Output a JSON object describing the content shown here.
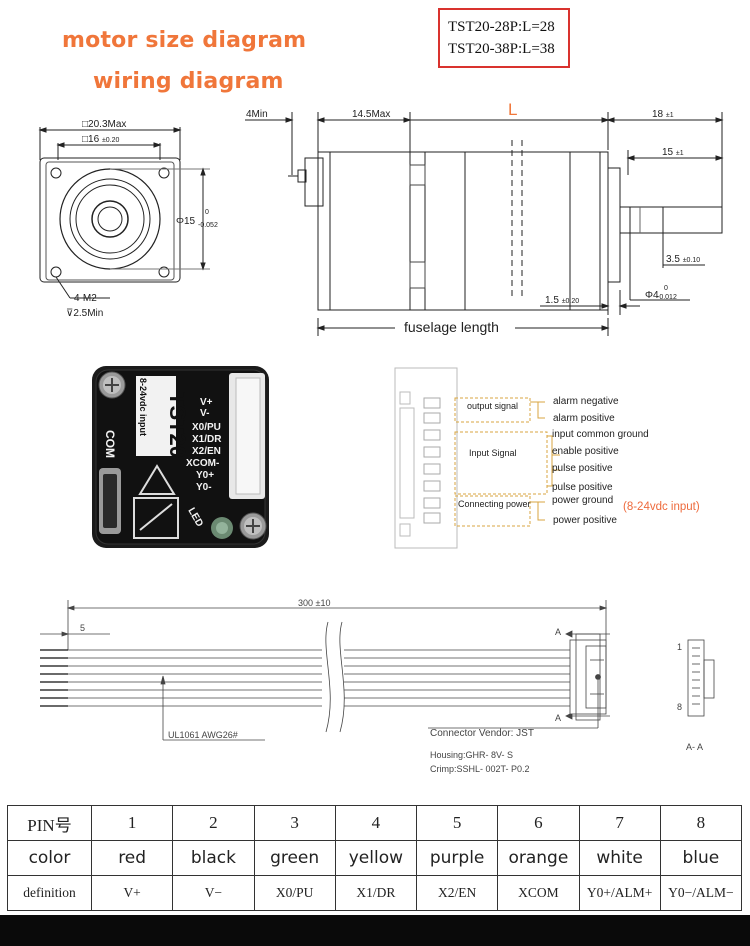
{
  "titles": {
    "motor_size": "motor size diagram",
    "wiring": "wiring diagram"
  },
  "models": {
    "line1": "TST20-28P:L=28",
    "line2": "TST20-38P:L=38"
  },
  "front_view": {
    "dim_outer": "20.3Max",
    "dim_inner": "16",
    "dim_inner_tol": "±0.20",
    "dim_boss": "15",
    "dim_boss_tol_top": "0",
    "dim_boss_tol_bot": "-0.052",
    "holes_1": "4-M2",
    "holes_2": "2.5Min"
  },
  "side_view": {
    "dim_4min": "4Min",
    "dim_145": "14.5Max",
    "dim_L": "L",
    "dim_18": "18",
    "dim_18_tol": "±1",
    "dim_15": "15",
    "dim_15_tol": "±1",
    "dim_35": "3.5",
    "dim_35_tol": "±0.10",
    "dim_15b": "1.5",
    "dim_15b_tol": "±0.20",
    "dim_shaft": "4",
    "dim_shaft_tol_top": "0",
    "dim_shaft_tol_bot": "-0.012",
    "fuselage": "fuselage length"
  },
  "board": {
    "model": "TST20",
    "input": "8-24vdc input",
    "com": "COM",
    "led": "LED",
    "pins": [
      "V+",
      "V-",
      "X0/PU",
      "X1/DR",
      "X2/EN",
      "XCOM-",
      "Y0+",
      "Y0-"
    ]
  },
  "connector_diagram": {
    "group_output": "output signal",
    "group_input": "Input Signal",
    "group_power": "Connecting power",
    "alarm_negative": "alarm negative",
    "alarm_positive": "alarm positive",
    "input_common_ground": "input common ground",
    "enable_positive": "enable positive",
    "pulse_positive_1": "pulse positive",
    "pulse_positive_2": "pulse positive",
    "power_ground": "power ground",
    "power_positive": "power positive",
    "power_note": "(8-24vdc input)"
  },
  "cable": {
    "length": "300",
    "length_tol": "±10",
    "strip": "5",
    "wire_spec": "UL1061 AWG26#",
    "vendor": "Connector Vendor: JST",
    "housing": "Housing:GHR- 8V- S",
    "crimp": "Crimp:SSHL- 002T- P0.2",
    "section_a": "A",
    "pin_1": "1",
    "pin_8": "8",
    "section_label": "A- A"
  },
  "pin_table": {
    "header_pin": "PIN号",
    "header_color": "color",
    "header_def": "definition",
    "pins": [
      "1",
      "2",
      "3",
      "4",
      "5",
      "6",
      "7",
      "8"
    ],
    "colors": [
      "red",
      "black",
      "green",
      "yellow",
      "purple",
      "orange",
      "white",
      "blue"
    ],
    "definitions": [
      "V+",
      "V−",
      "X0/PU",
      "X1/DR",
      "X2/EN",
      "XCOM",
      "Y0+/ALM+",
      "Y0−/ALM−"
    ]
  },
  "accent_colors": {
    "title_orange": "#f0763a",
    "model_box_red": "#d9322e",
    "power_note_orange": "#ee6a3c",
    "L_label_orange": "#f0763a"
  }
}
